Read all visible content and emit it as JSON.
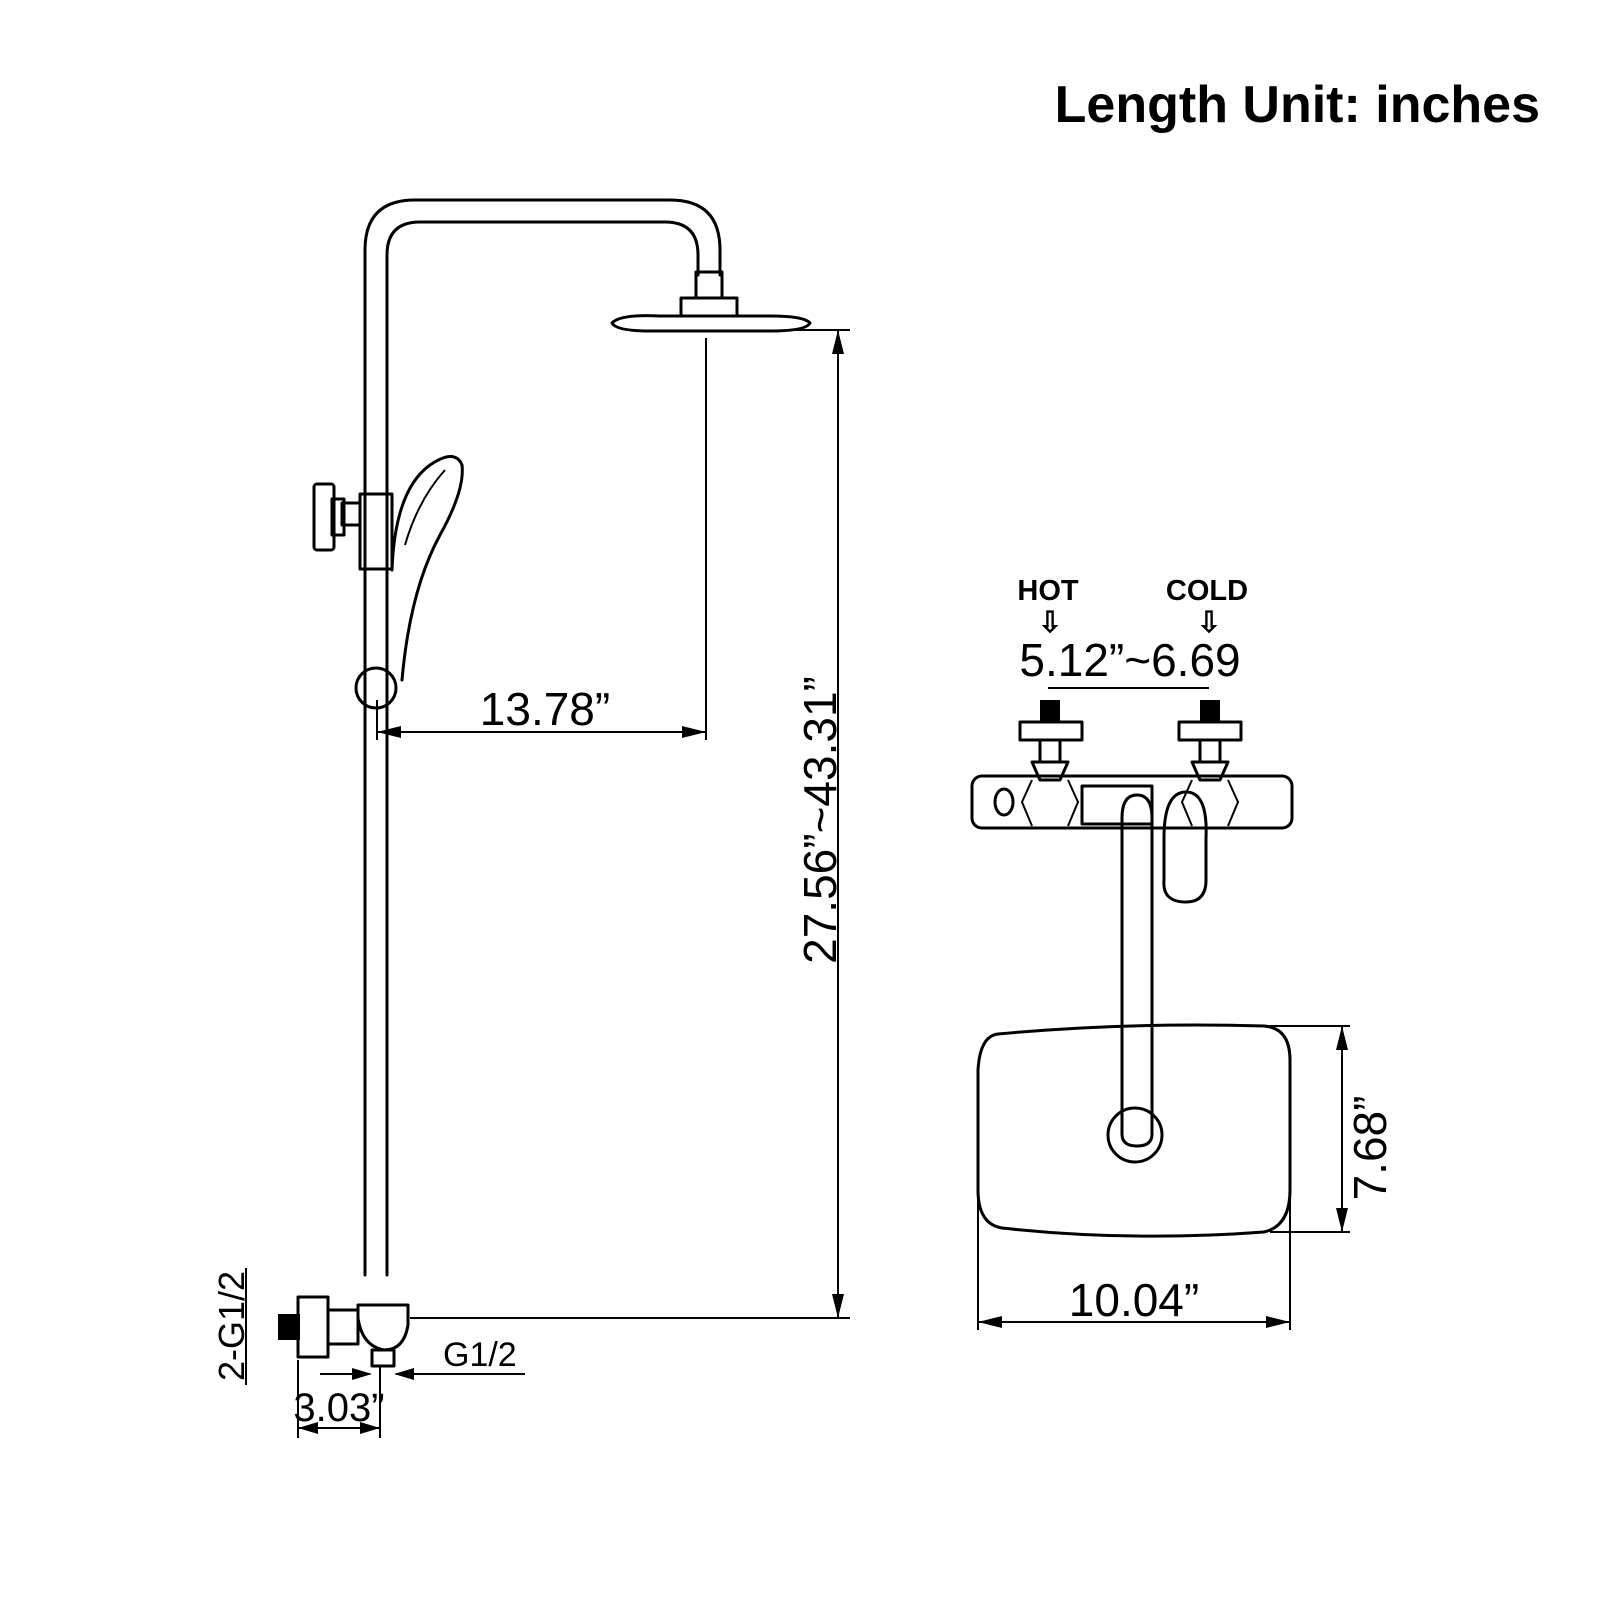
{
  "header": {
    "unit_label": "Length Unit: inches"
  },
  "side_view": {
    "height_range": "27.56”~43.31”",
    "arm_reach": "13.78”",
    "inlet_thread_wall": "2-G1/2",
    "outlet_thread": "G1/2",
    "wall_offset": "3.03”"
  },
  "top_view": {
    "hot_label": "HOT",
    "cold_label": "COLD",
    "inlet_spacing": "5.12”~6.69",
    "head_width": "10.04”",
    "head_depth": "7.68”"
  },
  "icons": {
    "down_arrow": "⇩"
  }
}
